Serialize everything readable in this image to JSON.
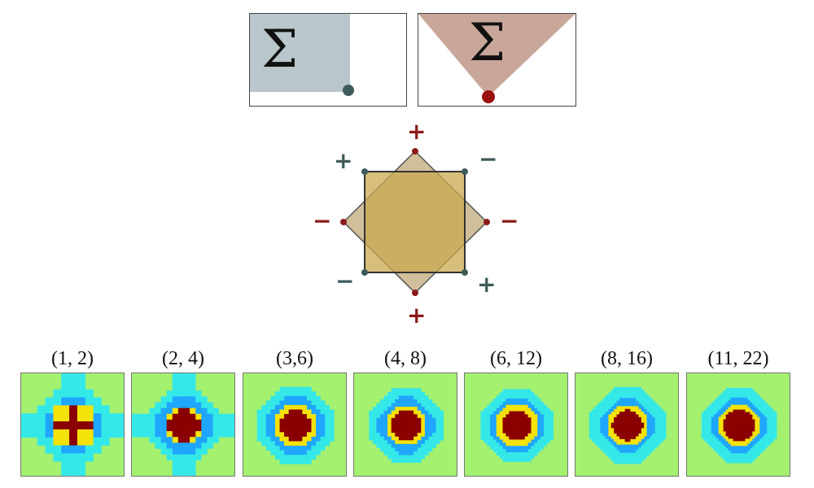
{
  "top_boxes": [
    {
      "glyph": "Σ",
      "shape": "corner-region",
      "fill": "#b9c6cb",
      "dot_color": "#3e5a5a"
    },
    {
      "glyph": "Σ",
      "shape": "v-region",
      "fill": "#c9a69a",
      "dot_color": "#9a0e0e"
    }
  ],
  "center_diagram": {
    "square_color": "#3e5a5a",
    "diamond_color": "#8b1a1a",
    "fill_color": "#c9a84f",
    "signs": [
      {
        "text": "+",
        "color": "red"
      },
      {
        "text": "+",
        "color": "slate"
      },
      {
        "text": "−",
        "color": "slate"
      },
      {
        "text": "−",
        "color": "red"
      },
      {
        "text": "−",
        "color": "red"
      },
      {
        "text": "−",
        "color": "slate"
      },
      {
        "text": "+",
        "color": "slate"
      },
      {
        "text": "+",
        "color": "red"
      }
    ]
  },
  "panels": [
    {
      "label": "(1, 2)",
      "pattern": 1
    },
    {
      "label": "(2, 4)",
      "pattern": 2
    },
    {
      "label": "(3,6)",
      "pattern": 3
    },
    {
      "label": "(4, 8)",
      "pattern": 4
    },
    {
      "label": "(6, 12)",
      "pattern": 5
    },
    {
      "label": "(8, 16)",
      "pattern": 6
    },
    {
      "label": "(11, 22)",
      "pattern": 7
    }
  ],
  "palette": {
    "background": "#a4f06f",
    "outer": "#34e8e8",
    "ring": "#1fa6ff",
    "yellow": "#f4e20a",
    "core": "#8a0000"
  }
}
